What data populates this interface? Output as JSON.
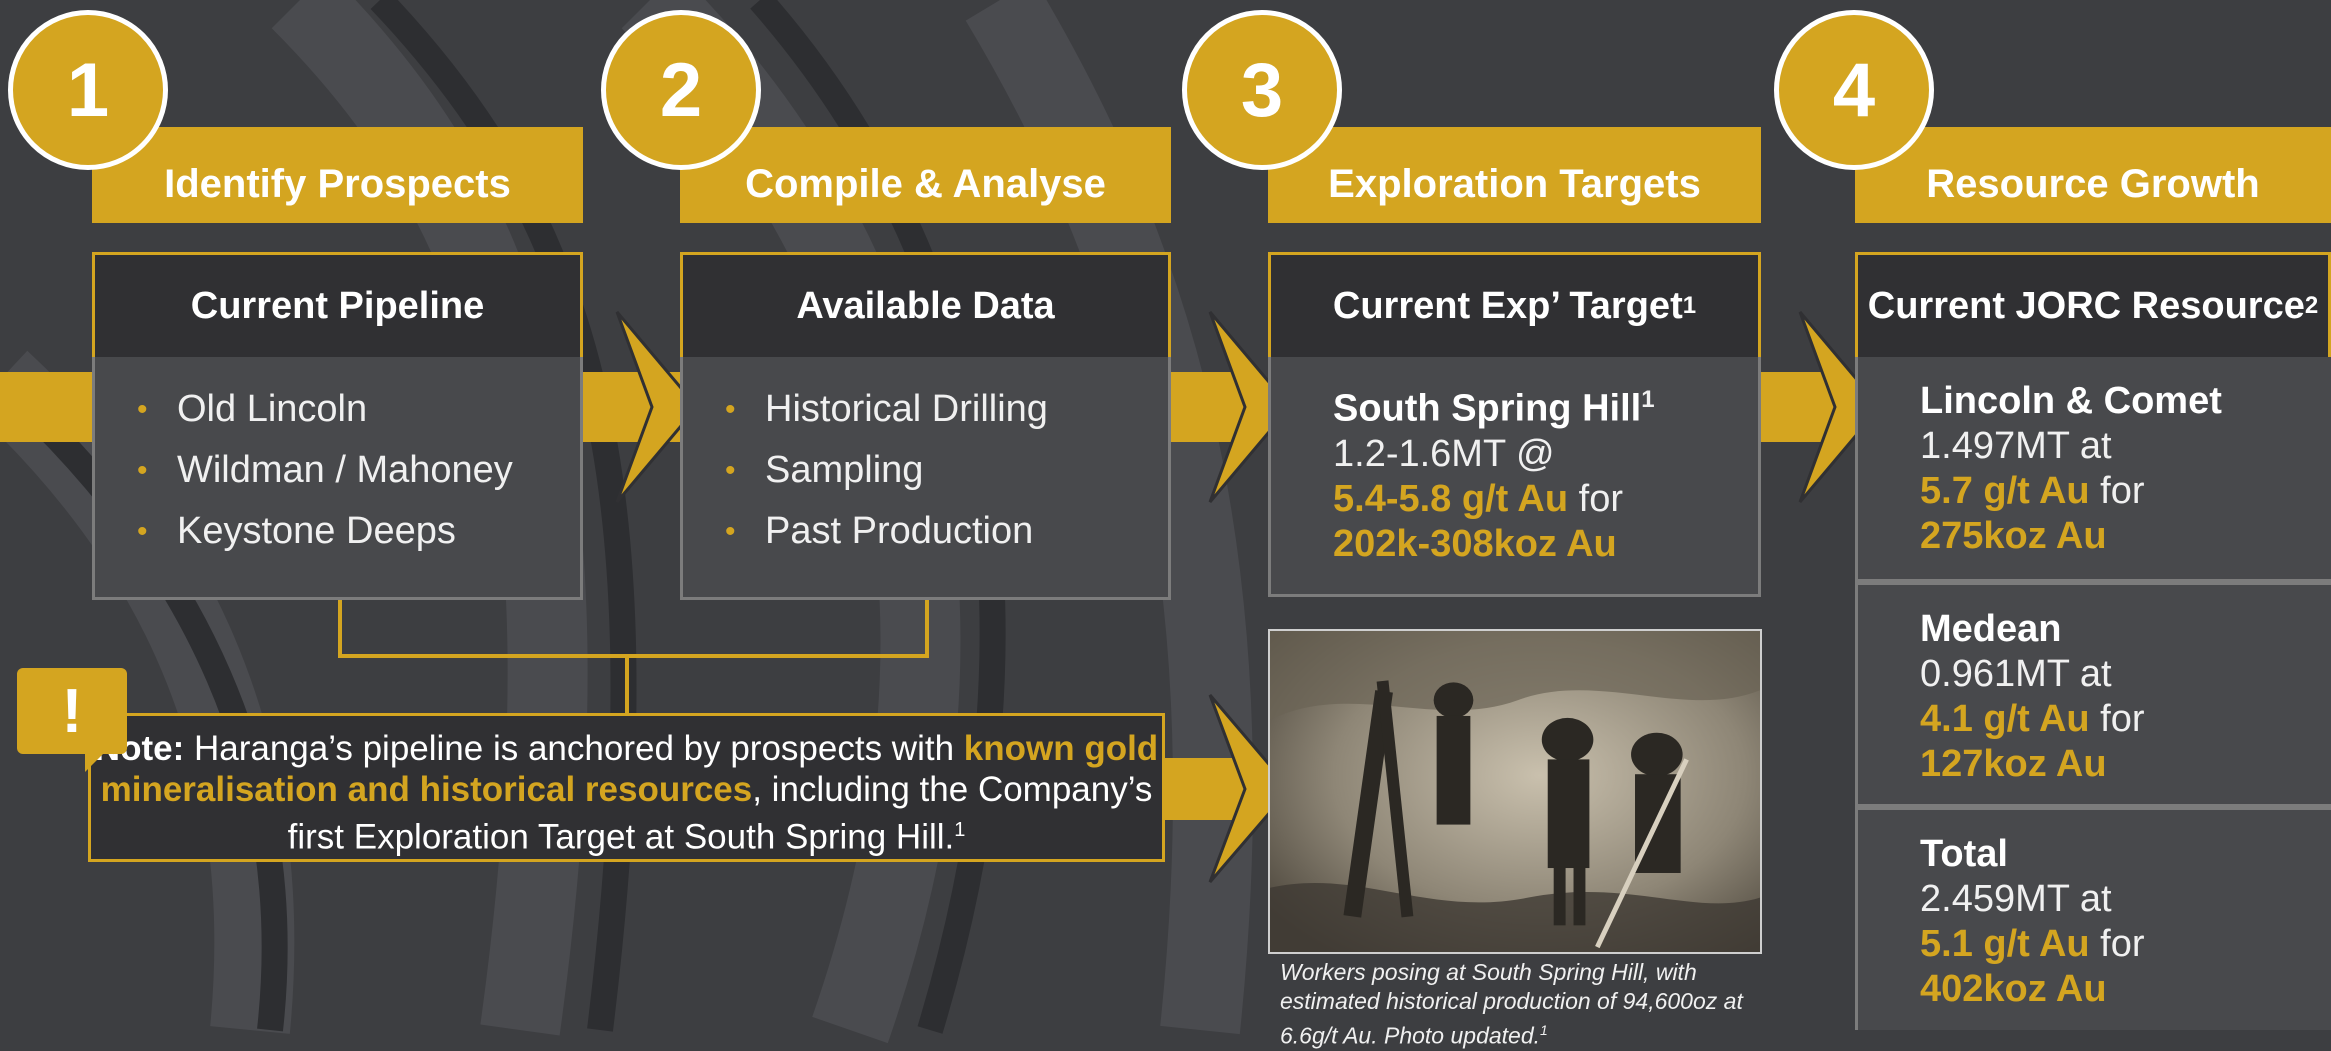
{
  "colors": {
    "accent": "#d4a520",
    "background": "#3d3e41",
    "panel_dark": "#303033",
    "panel_body": "#48494c"
  },
  "steps": [
    {
      "number": "1",
      "title": "Identify Prospects"
    },
    {
      "number": "2",
      "title": "Compile & Analyse"
    },
    {
      "number": "3",
      "title": "Exploration Targets"
    },
    {
      "number": "4",
      "title": "Resource Growth"
    }
  ],
  "pipeline": {
    "heading": "Current Pipeline",
    "items": [
      "Old Lincoln",
      "Wildman / Mahoney",
      "Keystone Deeps"
    ]
  },
  "available_data": {
    "heading": "Available Data",
    "items": [
      "Historical Drilling",
      "Sampling",
      "Past Production"
    ]
  },
  "exp_target": {
    "heading": "Current Exp’ Target",
    "heading_sup": "1",
    "name": "South Spring Hill",
    "name_sup": "1",
    "tonnage": "1.2-1.6MT @",
    "grade": "5.4-5.8 g/t Au",
    "for_word": "for",
    "ounces": "202k-308koz Au"
  },
  "jorc": {
    "heading": "Current JORC Resource",
    "heading_sup": "2",
    "resources": [
      {
        "name": "Lincoln & Comet",
        "tonnage": "1.497MT at",
        "grade": "5.7 g/t Au",
        "for_word": "for",
        "ounces": "275koz Au"
      },
      {
        "name": "Medean",
        "tonnage": "0.961MT at",
        "grade": "4.1 g/t Au",
        "for_word": "for",
        "ounces": "127koz Au"
      },
      {
        "name": "Total",
        "tonnage": "2.459MT at",
        "grade": "5.1 g/t Au",
        "for_word": "for",
        "ounces": "402koz Au"
      }
    ]
  },
  "note": {
    "icon": "exclamation-icon",
    "label": "Note:",
    "text_1": " Haranga’s pipeline is anchored by prospects with ",
    "highlight": "known gold mineralisation and historical resources",
    "text_2": ", including the Company’s first Exploration Target at South Spring Hill.",
    "sup": "1"
  },
  "photo": {
    "caption": "Workers posing at South Spring Hill, with estimated historical production of 94,600oz at 6.6g/t Au. Photo updated.",
    "caption_sup": "1"
  }
}
